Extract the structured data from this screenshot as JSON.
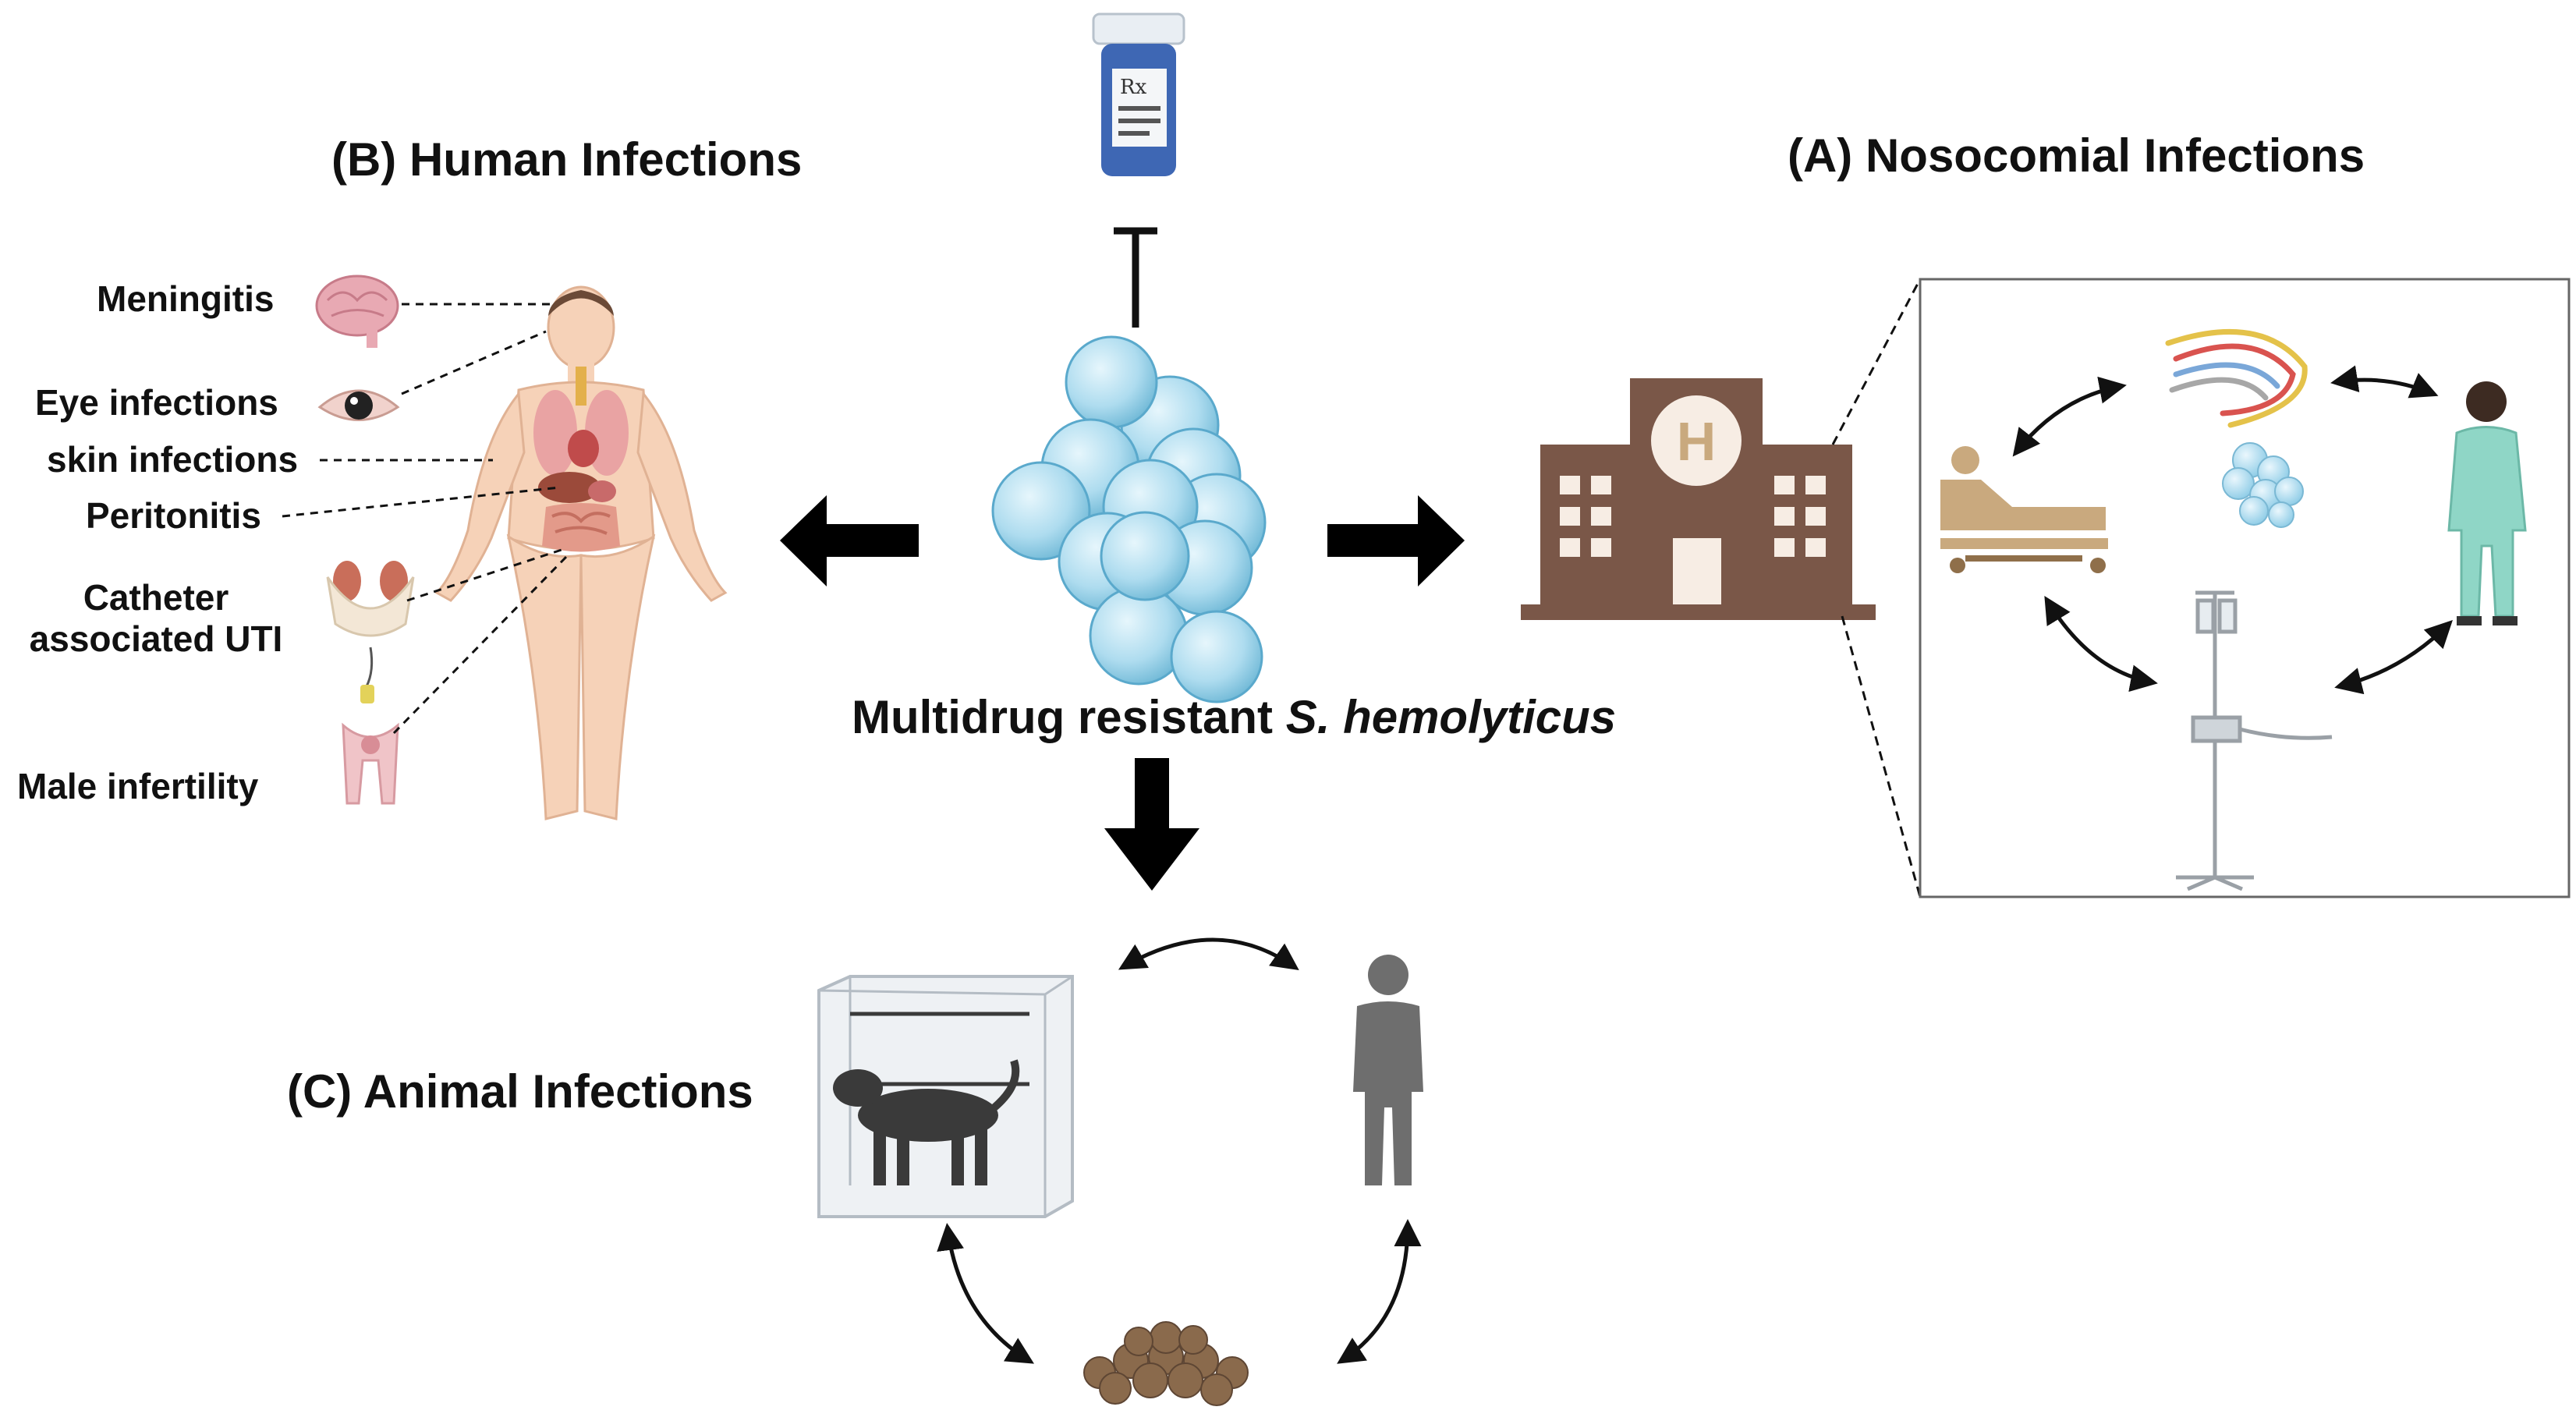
{
  "sections": {
    "human": "(B) Human Infections",
    "nosocomial": "(A) Nosocomial Infections",
    "animal": "(C) Animal Infections"
  },
  "center": {
    "title_prefix": "Multidrug resistant ",
    "title_species": "S. hemolyticus"
  },
  "human_infections": [
    "Meningitis",
    "Eye infections",
    "skin infections",
    "Peritonitis",
    "Catheter associated UTI",
    "Male infertility"
  ],
  "icons": {
    "hospital_sign": "H",
    "medicine_bottle_label": "Rx"
  },
  "colors": {
    "bacteria": "#a9d8ec",
    "bacteria_edge": "#5aa9cc",
    "hospital": "#7a5748",
    "hospital_dark": "#5e4034",
    "bed": "#c9a97e",
    "nurse": "#8fd6c6",
    "person": "#6e6e6e",
    "food": "#8a6a4c",
    "arrow": "#000000"
  }
}
